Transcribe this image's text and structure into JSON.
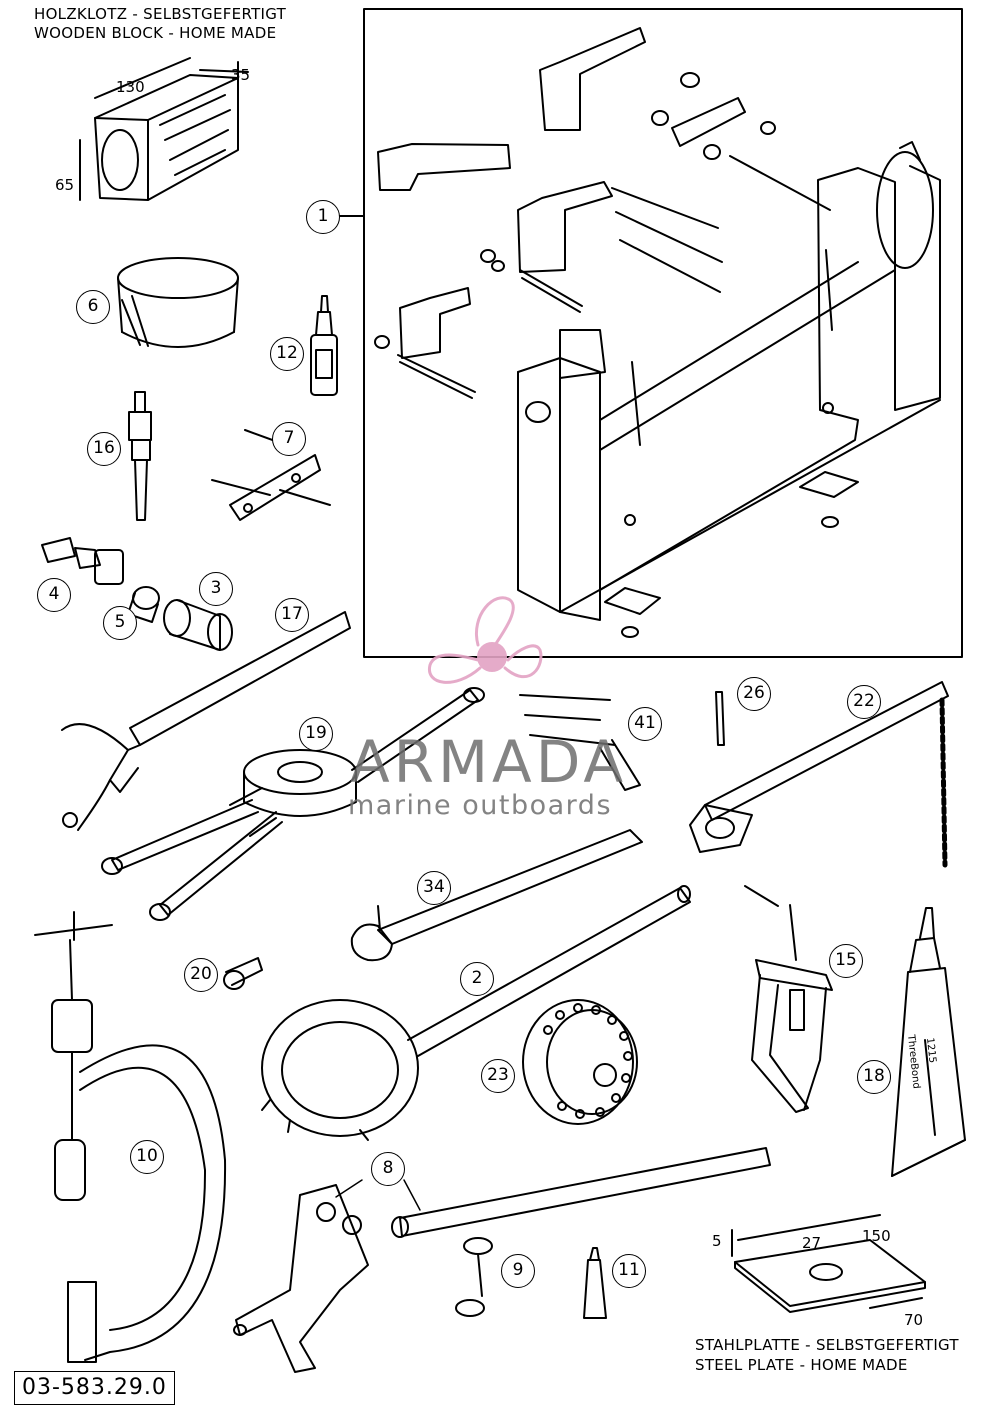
{
  "wooden_block": {
    "title_de": "HOLZKLOTZ - SELBSTGEFERTIGT",
    "title_en": "WOODEN BLOCK - HOME MADE",
    "dim_length": "130",
    "dim_width": "35",
    "dim_height": "65"
  },
  "steel_plate": {
    "title_de": "STAHLPLATTE - SELBSTGEFERTIGT",
    "title_en": "STEEL PLATE - HOME MADE",
    "dim_thickness": "5",
    "dim_hole": "27",
    "dim_length": "150",
    "dim_width": "70"
  },
  "callouts": {
    "c1": "1",
    "c2": "2",
    "c3": "3",
    "c4": "4",
    "c5": "5",
    "c6": "6",
    "c7": "7",
    "c8": "8",
    "c9": "9",
    "c10": "10",
    "c11": "11",
    "c12": "12",
    "c15": "15",
    "c16": "16",
    "c17": "17",
    "c18": "18",
    "c19": "19",
    "c20": "20",
    "c22": "22",
    "c23": "23",
    "c26": "26",
    "c34": "34",
    "c41": "41"
  },
  "part_number": "03-583.29.0",
  "watermark": {
    "name": "ARMADA",
    "tagline": "marine outboards",
    "logo_color": "#e3a3c4"
  },
  "tube_label": {
    "brand": "ThreeBond",
    "number": "1215"
  }
}
